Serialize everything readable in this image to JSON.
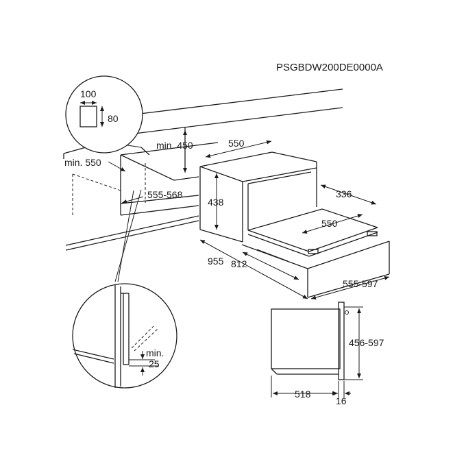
{
  "model_code": "PSGBDW200DE0000A",
  "labels": {
    "cutout_w": "100",
    "cutout_h": "80",
    "min_450": "min. 450",
    "min_550": "min. 550",
    "niche_depth": "555-568",
    "dim_550_top": "550",
    "dim_438": "438",
    "dim_336": "336",
    "dim_550_inner": "550",
    "dim_955": "955",
    "dim_812": "812",
    "dim_555_597": "555-597",
    "side_456_597": "456-597",
    "side_518": "518",
    "side_16": "16",
    "detail_min": "min.",
    "detail_25": "25"
  }
}
